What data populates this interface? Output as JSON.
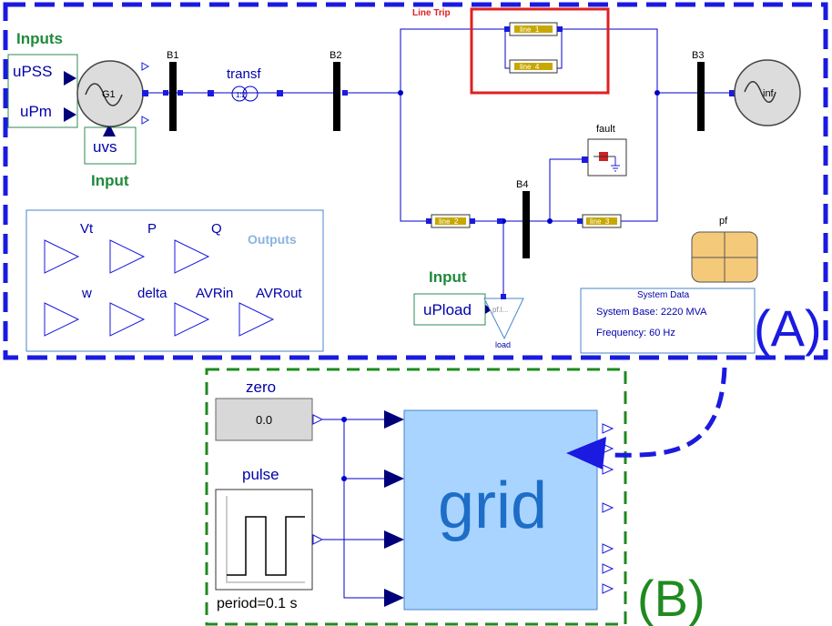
{
  "panel_a": {
    "tag": "(A)",
    "inputs_header": "Inputs",
    "input_upss": "uPSS",
    "input_upm": "uPm",
    "input_uvs": "uvs",
    "input_label": "Input",
    "generator_label": "G1",
    "bus_b1": "B1",
    "bus_b2": "B2",
    "bus_b3": "B3",
    "bus_b4": "B4",
    "transformer_label": "transf",
    "transformer_symbol": "1:2",
    "line_trip_label": "Line Trip",
    "line_1": "line_1",
    "line_2": "line_2",
    "line_3": "line_3",
    "line_4": "line_4",
    "fault_label": "fault",
    "infinite_bus_label": "inf",
    "pf_label": "pf",
    "load_input_header": "Input",
    "load_input": "uPload",
    "load_block_text": "pf.l...",
    "load_label": "load",
    "system_data": {
      "title": "System Data",
      "base": "System Base: 2220 MVA",
      "frequency": "Frequency: 60 Hz"
    },
    "outputs_header": "Outputs",
    "outputs": [
      "Vt",
      "P",
      "Q",
      "w",
      "delta",
      "AVRin",
      "AVRout"
    ]
  },
  "panel_b": {
    "tag": "(B)",
    "zero_label": "zero",
    "zero_value": "0.0",
    "pulse_label": "pulse",
    "pulse_period": "period=0.1 s",
    "grid_label": "grid"
  },
  "colors": {
    "panel_a_border": "#1a1ae0",
    "panel_b_border": "#1f8a1f",
    "wire": "#0000cc",
    "green_text": "#1f8a3a",
    "trip_box": "#e02020",
    "grid_fill": "#a8d4ff",
    "grid_text": "#1e6ec8",
    "outputs_text": "#8ab4e0",
    "line_fill": "#c8a800",
    "pf_fill": "#f5c97a"
  }
}
